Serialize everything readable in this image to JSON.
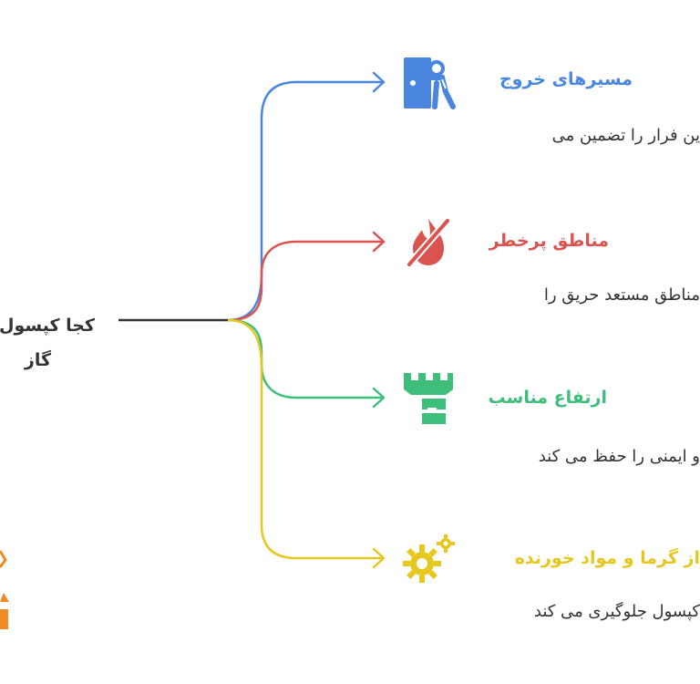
{
  "root": {
    "line1": "کجا کپسول",
    "line2": "گاز"
  },
  "branches": [
    {
      "id": "exit",
      "title": "مسیرهای خروج",
      "desc": "ین فرار را تضمین می",
      "color": "#4A86E0",
      "icon": "exit-door-person-icon"
    },
    {
      "id": "hazard",
      "title": "مناطق پرخطر",
      "desc": "مناطق مستعد حریق را",
      "color": "#D9534F",
      "icon": "no-fire-icon"
    },
    {
      "id": "height",
      "title": "ارتفاع مناسب",
      "desc": "و ایمنی را حفظ می کند",
      "color": "#3DBE7A",
      "icon": "tower-icon"
    },
    {
      "id": "heat",
      "title": "از گرما و مواد خورنده",
      "desc": "کپسول جلوگیری می کند",
      "color": "#E6C71E",
      "icon": "gears-icon"
    }
  ],
  "partial_left_color": "#F08A24",
  "partial_left_icon": "partial-orange-icon"
}
